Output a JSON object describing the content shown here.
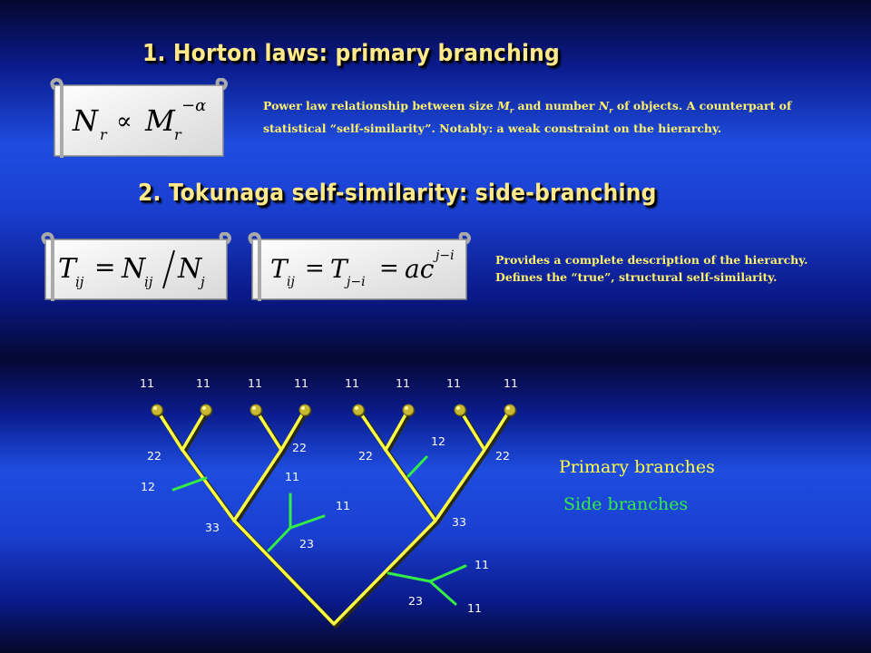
{
  "section1": {
    "heading": "1. Horton laws: primary branching",
    "description_pre": "Power  law relationship between size ",
    "size_symbol": "M",
    "size_sub": "r",
    "description_mid": "  and number ",
    "number_symbol": "N",
    "number_sub": "r",
    "description_post": " of objects. A counterpart of statistical “self-similarity”. Notably: a weak constraint on the hierarchy.",
    "formula": {
      "lhs": "N",
      "lhs_sub": "r",
      "relation": "∝",
      "rhs": "M",
      "rhs_sub": "r",
      "exponent": "−α"
    }
  },
  "section2": {
    "heading": "2. Tokunaga self-similarity:  side-branching",
    "description_line1": "Provides a complete description of the hierarchy.",
    "description_line2": "Defines the “true”, structural self-similarity.",
    "formula1": {
      "lhs": "T",
      "lhs_sub": "ij",
      "eq": "=",
      "num": "N",
      "num_sub": "ij",
      "den": "N",
      "den_sub": "j"
    },
    "formula2": {
      "lhs": "T",
      "lhs_sub": "ij",
      "eq1": "=",
      "mid": "T",
      "mid_sub": "j−i",
      "eq2": "=",
      "rhs": "ac",
      "rhs_sup": "j−i"
    }
  },
  "legend": {
    "primary": "Primary branches",
    "side": "Side branches",
    "primary_color": "#ffff44",
    "side_color": "#33ee44"
  },
  "tree": {
    "top_labels": [
      "11",
      "11",
      "11",
      "11",
      "11",
      "11",
      "11",
      "11"
    ],
    "primary_labels": [
      "22",
      "22",
      "22",
      "22",
      "33",
      "33",
      "23"
    ],
    "side_labels": [
      "12",
      "11",
      "11",
      "23",
      "12",
      "11",
      "11"
    ]
  }
}
